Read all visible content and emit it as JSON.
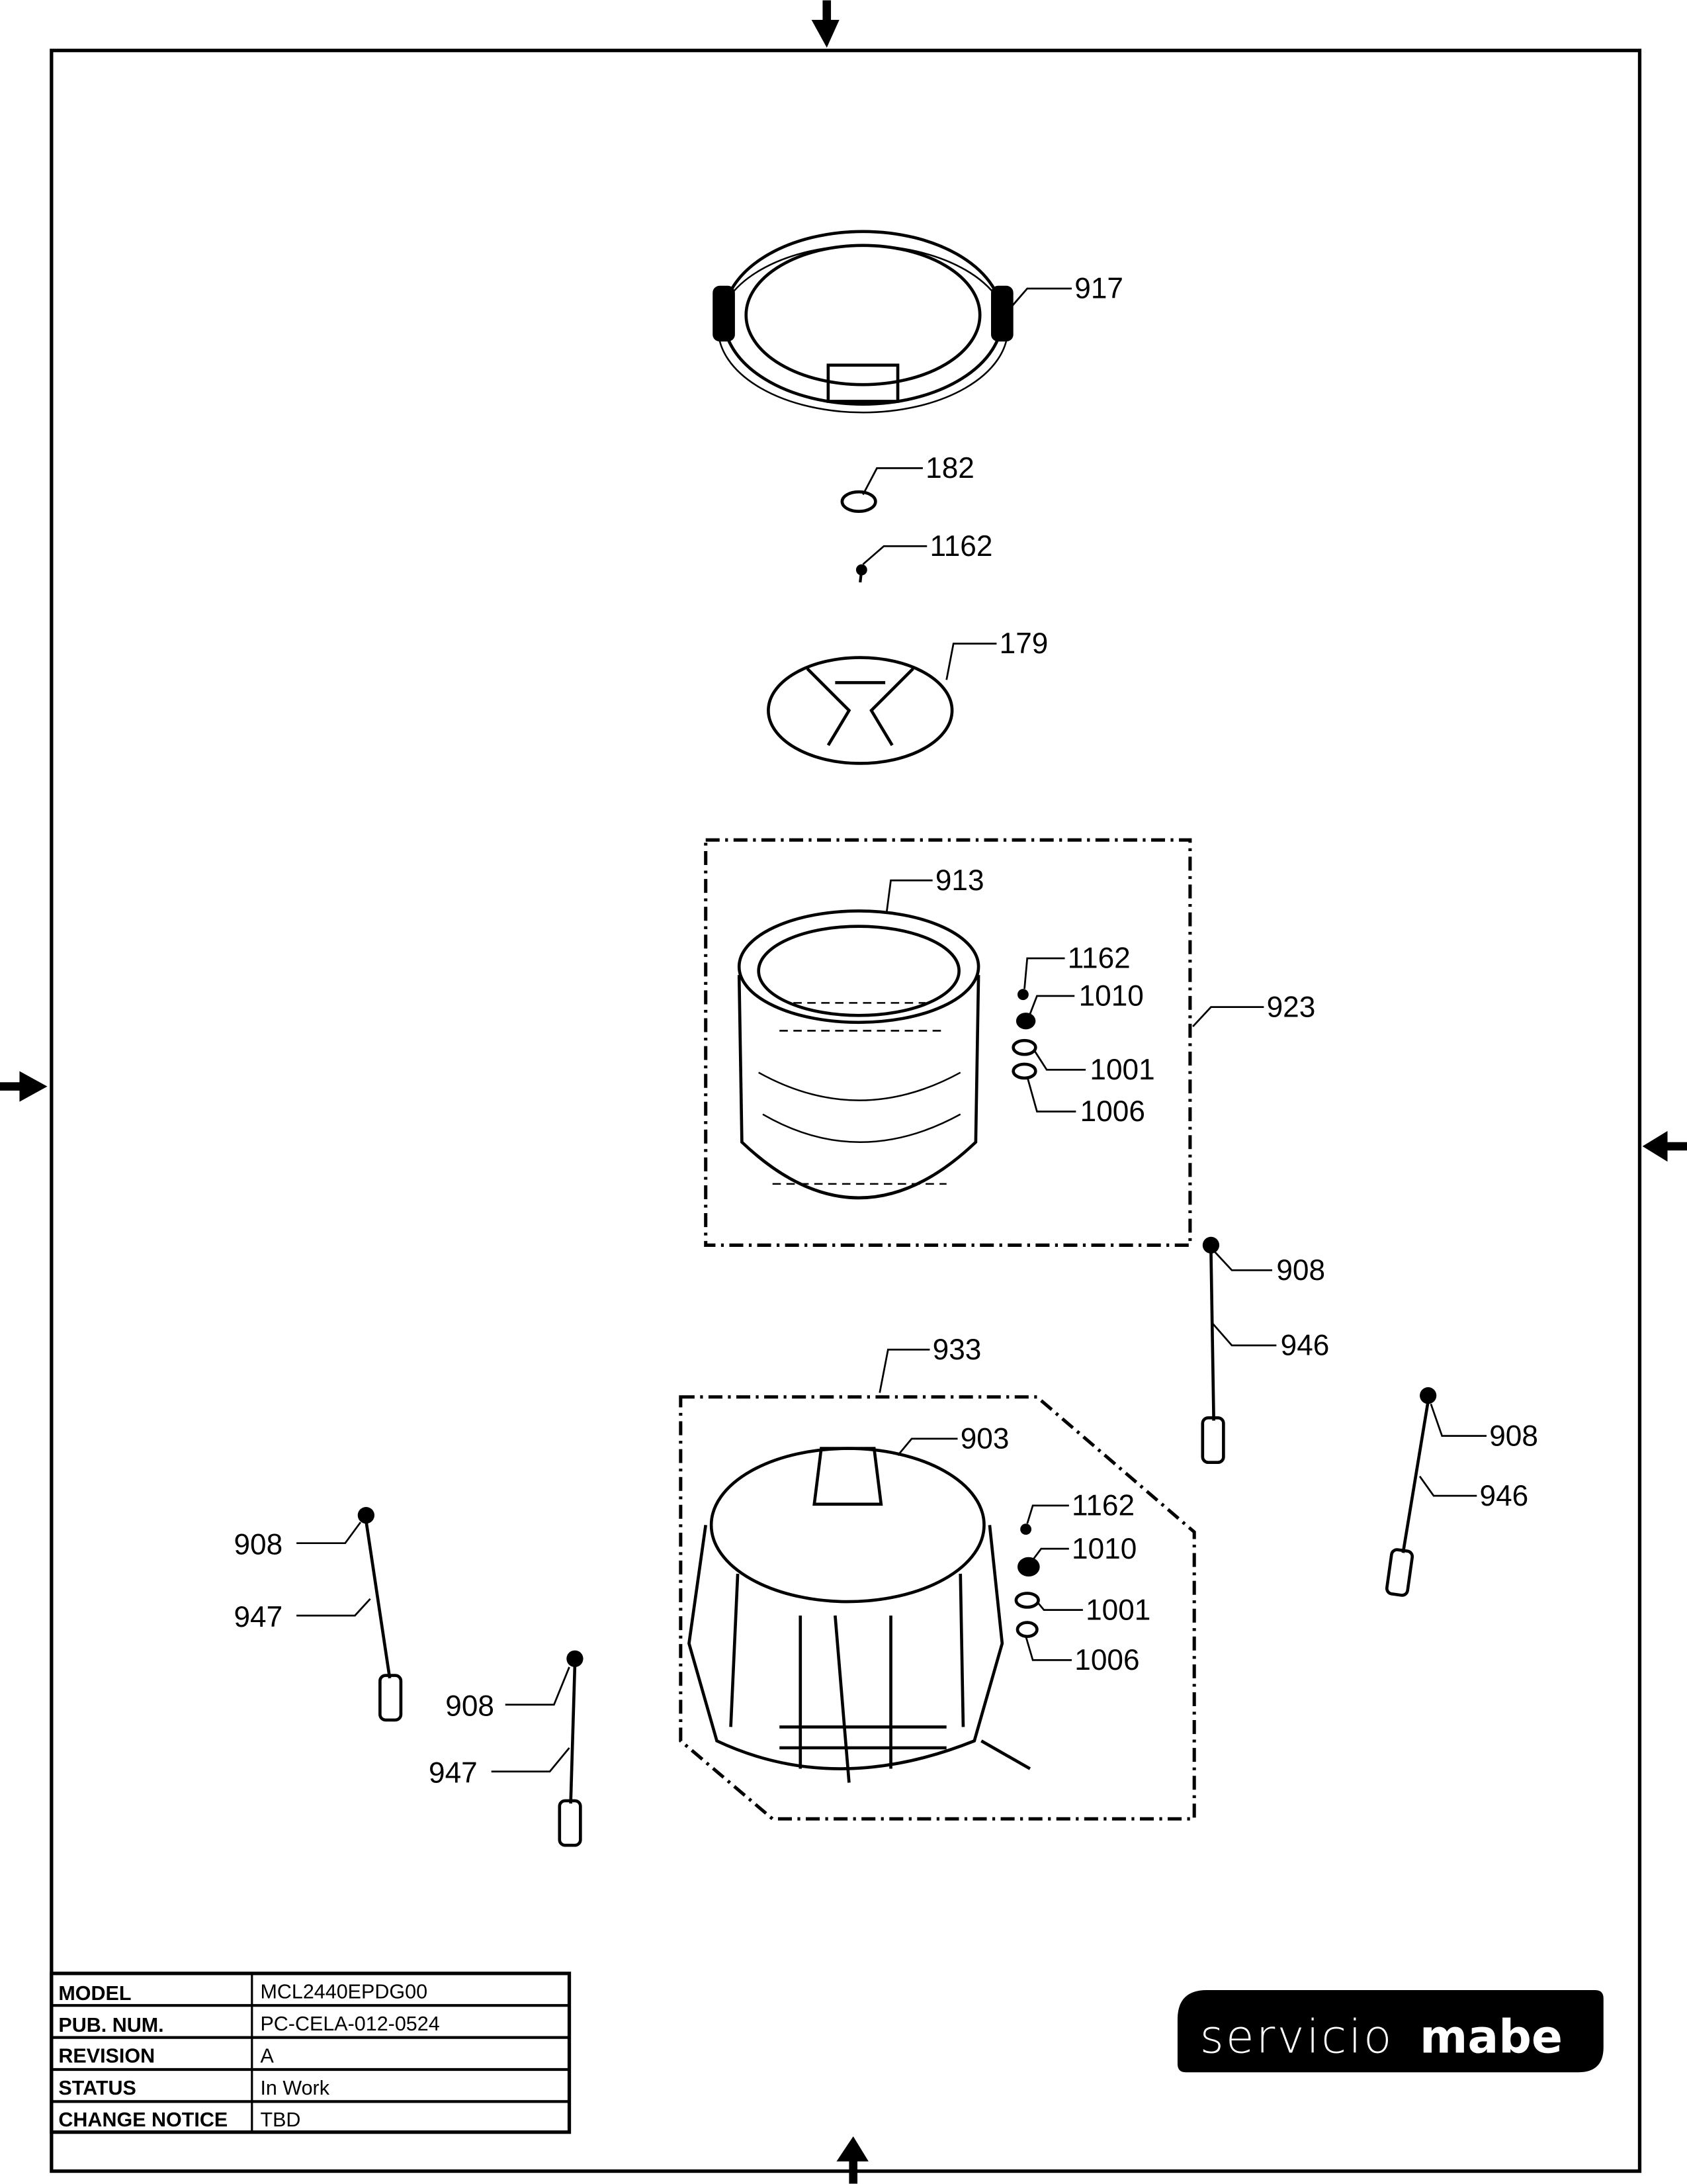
{
  "diagram": {
    "callouts": {
      "c917": "917",
      "c182": "182",
      "c1162_top": "1162",
      "c179": "179",
      "c913": "913",
      "c1162_basket": "1162",
      "c1010_basket": "1010",
      "c923": "923",
      "c1001_basket": "1001",
      "c1006_basket": "1006",
      "c908_a": "908",
      "c946_a": "946",
      "c933": "933",
      "c903": "903",
      "c1162_tub": "1162",
      "c1010_tub": "1010",
      "c1001_tub": "1001",
      "c1006_tub": "1006",
      "c908_b": "908",
      "c946_b": "946",
      "c908_c": "908",
      "c947_c": "947",
      "c908_d": "908",
      "c947_d": "947"
    }
  },
  "title_block": {
    "rows": [
      {
        "label": "MODEL",
        "value": "MCL2440EPDG00"
      },
      {
        "label": "PUB. NUM.",
        "value": "PC-CELA-012-0524"
      },
      {
        "label": "REVISION",
        "value": "A"
      },
      {
        "label": "STATUS",
        "value": "In Work"
      },
      {
        "label": "CHANGE NOTICE",
        "value": "TBD"
      }
    ]
  },
  "logo": {
    "light": "servicio",
    "bold": "mabe"
  }
}
